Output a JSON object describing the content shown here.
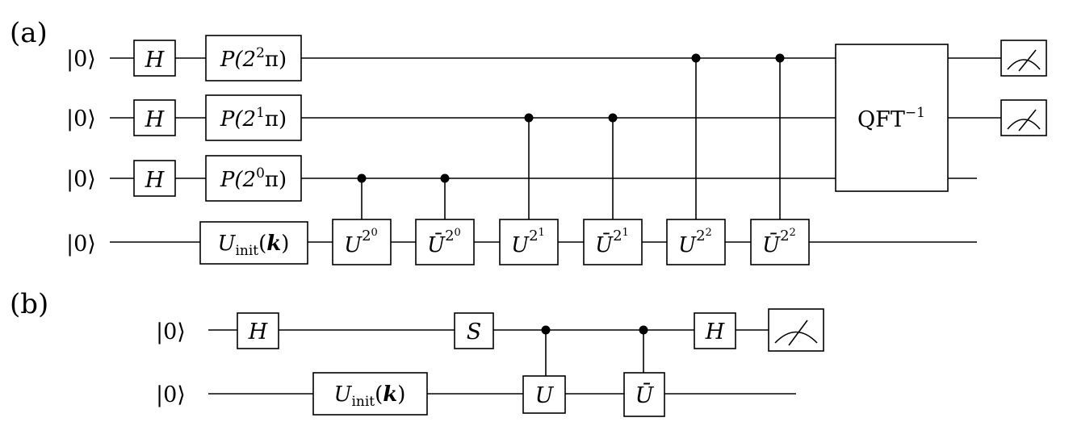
{
  "panels": [
    {
      "id": "a",
      "label": "(a)"
    },
    {
      "id": "b",
      "label": "(b)"
    }
  ],
  "ket": "|0⟩",
  "gates": {
    "H": "H",
    "S": "S",
    "P_prefix": "P(2",
    "P_suffix": "π)",
    "P_exponents": [
      "2",
      "1",
      "0"
    ],
    "U": "U",
    "Ubar": "Ū",
    "U_power_base": "2",
    "U_power_exponents": [
      "0",
      "0",
      "1",
      "1",
      "2",
      "2"
    ],
    "Uinit_main": "U",
    "Uinit_sub": "init",
    "Uinit_arg_open": "(",
    "Uinit_arg": "k",
    "Uinit_arg_close": ")",
    "QFT": "QFT",
    "QFT_exp": "−1"
  }
}
